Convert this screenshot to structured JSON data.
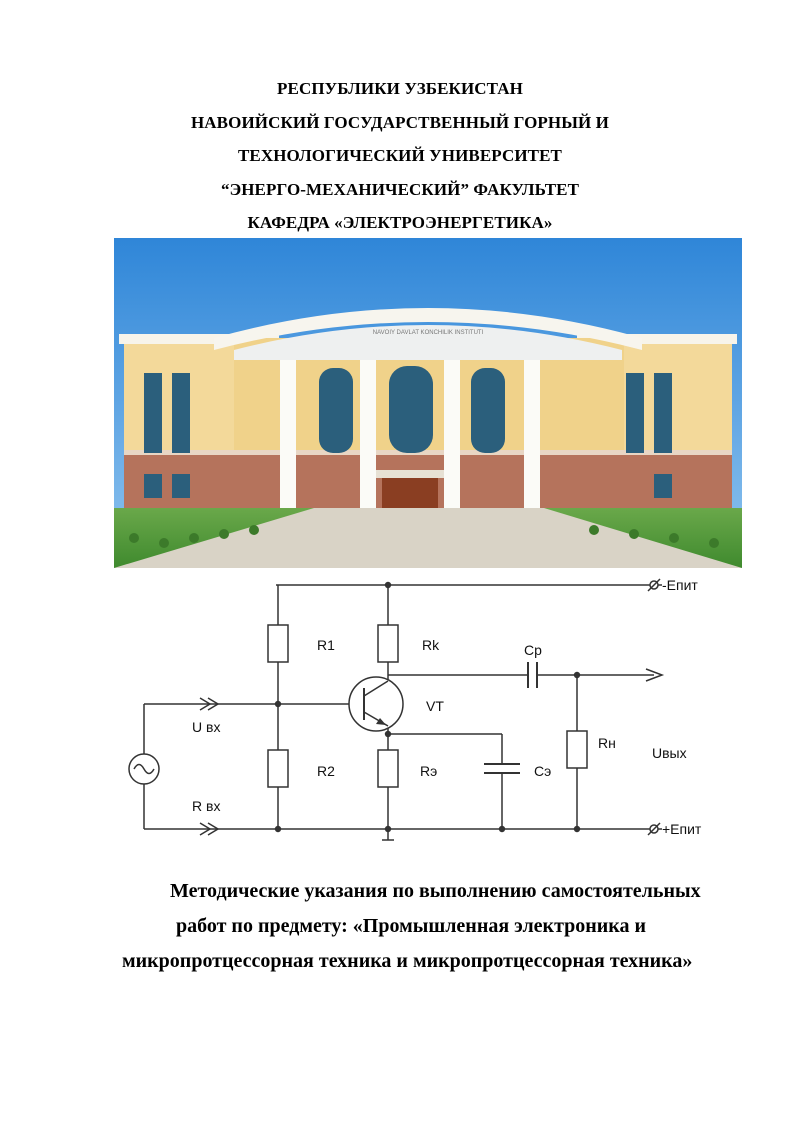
{
  "header": {
    "line1": "РЕСПУБЛИКИ УЗБЕКИСТАН",
    "line2": "НАВОИЙСКИЙ ГОСУДАРСТВЕННЫЙ ГОРНЫЙ И",
    "line3": "ТЕХНОЛОГИЧЕСКИЙ УНИВЕРСИТЕТ",
    "line4": "“ЭНЕРГО-МЕХАНИЧЕСКИЙ” ФАКУЛЬТЕТ",
    "line5": "КАФЕДРА «ЭЛЕКТРОЭНЕРГЕТИКА»"
  },
  "photo": {
    "building_sign": "NAVOIY DAVLAT KONCHILIK INSTITUTI"
  },
  "circuit": {
    "r1": "R1",
    "r2": "R2",
    "rk": "Rk",
    "re": "Rэ",
    "cp": "Cp",
    "ce": "Cэ",
    "rn": "Rн",
    "vt": "VT",
    "uin": "U вх",
    "rin": "R вх",
    "uout": "Uвых",
    "e_minus": "-Епит",
    "e_plus": "+Епит"
  },
  "description": {
    "line1": "Методические указания по выполнению самостоятельных",
    "line2": "работ по предмету: «Промышленная электроника и",
    "line3": "микропротцессорная техника и микропротцессорная техника»"
  }
}
